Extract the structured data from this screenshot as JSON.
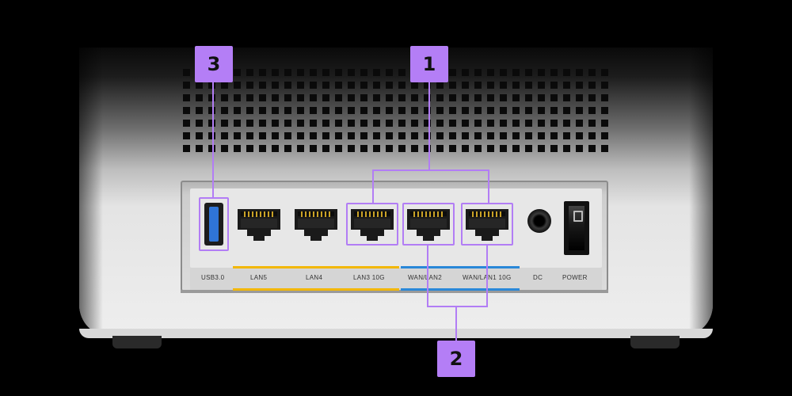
{
  "ports": [
    {
      "id": "usb",
      "label": "USB3.0"
    },
    {
      "id": "lan5",
      "label": "LAN5"
    },
    {
      "id": "lan4",
      "label": "LAN4"
    },
    {
      "id": "lan3",
      "label": "LAN3 10G"
    },
    {
      "id": "wan_lan2",
      "label": "WAN/LAN2"
    },
    {
      "id": "wan_lan1",
      "label": "WAN/LAN1 10G"
    },
    {
      "id": "dc",
      "label": "DC"
    },
    {
      "id": "power",
      "label": "POWER"
    }
  ],
  "callouts": {
    "one": "1",
    "two": "2",
    "three": "3"
  },
  "colors": {
    "callout": "#b47ef6",
    "lan_stripe": "#f2b705",
    "wan_stripe": "#2a88d8",
    "usb_tongue": "#2f74d6"
  }
}
